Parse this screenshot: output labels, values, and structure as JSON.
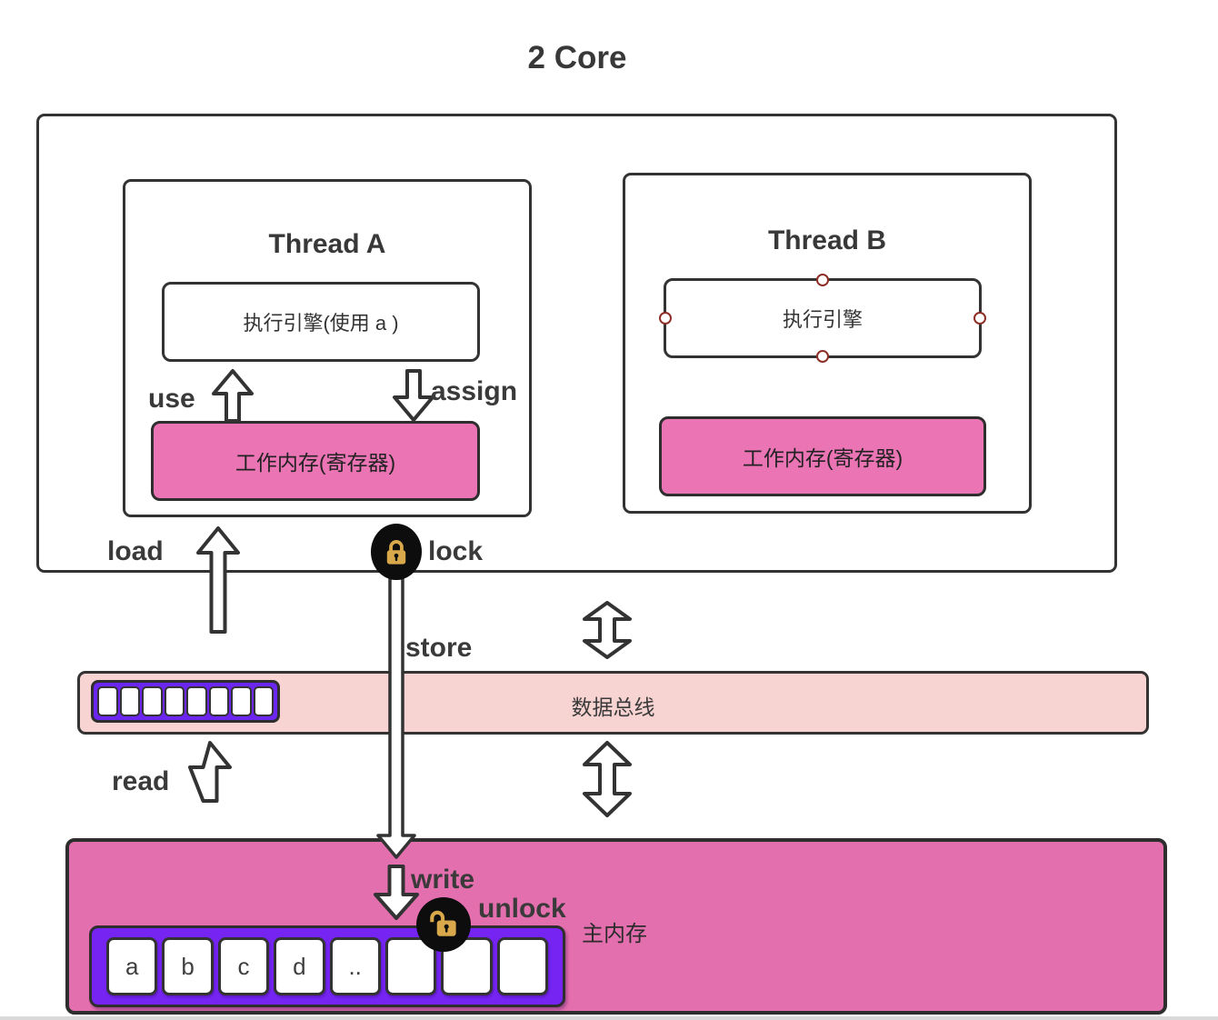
{
  "title": "2 Core",
  "thread_a": {
    "title": "Thread A",
    "engine_label": "执行引擎(使用 a )",
    "working_memory_label": "工作内存(寄存器)",
    "use_label": "use",
    "assign_label": "assign"
  },
  "thread_b": {
    "title": "Thread B",
    "engine_label": "执行引擎",
    "working_memory_label": "工作内存(寄存器)"
  },
  "edge_labels": {
    "load": "load",
    "lock": "lock",
    "store": "store",
    "read": "read",
    "write": "write",
    "unlock": "unlock"
  },
  "data_bus": {
    "label": "数据总线",
    "cell_count": 8
  },
  "main_memory": {
    "label": "主内存",
    "cells": [
      "a",
      "b",
      "c",
      "d",
      "..",
      "",
      "",
      ""
    ]
  },
  "icons": {
    "lock": "closed-padlock",
    "unlock": "open-padlock"
  },
  "colors": {
    "outline": "#333333",
    "thread_pink": "#ea74b4",
    "main_memory_pink": "#e46fae",
    "bus_pink": "#f7d3d1",
    "purple": "#7524f2",
    "padlock_gold": "#d9a84a",
    "handle_red": "#8d2f27",
    "text": "#3a3a3a"
  }
}
